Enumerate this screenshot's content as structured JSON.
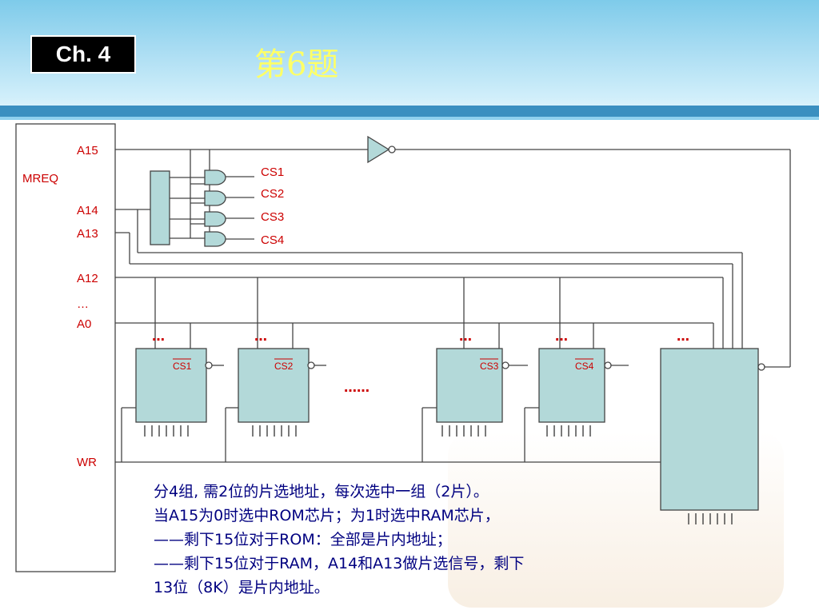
{
  "badge": "Ch. 4",
  "title": "第6题",
  "cpu_labels": {
    "a15": "A15",
    "mreq": "MREQ",
    "a14": "A14",
    "a13": "A13",
    "a12": "A12",
    "dots": "…",
    "a0": "A0",
    "wr": "WR"
  },
  "decoder_outputs": [
    "CS1",
    "CS2",
    "CS3",
    "CS4"
  ],
  "chips": [
    {
      "cs": "CS1"
    },
    {
      "cs": "CS2"
    },
    {
      "cs": "CS3"
    },
    {
      "cs": "CS4"
    }
  ],
  "bus_ellipsis": "…",
  "chips_ellipsis": "……",
  "notes": [
    "分4组, 需2位的片选地址，每次选中一组（2片）。",
    "当A15为0时选中ROM芯片；为1时选中RAM芯片，",
    "——剩下15位对于ROM：全部是片内地址；",
    "——剩下15位对于RAM，A14和A13做片选信号，剩下",
    "13位（8K）是片内地址。"
  ],
  "colors": {
    "wire": "#444444",
    "chip_fill": "#b3d9d9",
    "label_red": "#cc0000",
    "note_text": "#000080",
    "title_yellow": "#ffff66"
  }
}
